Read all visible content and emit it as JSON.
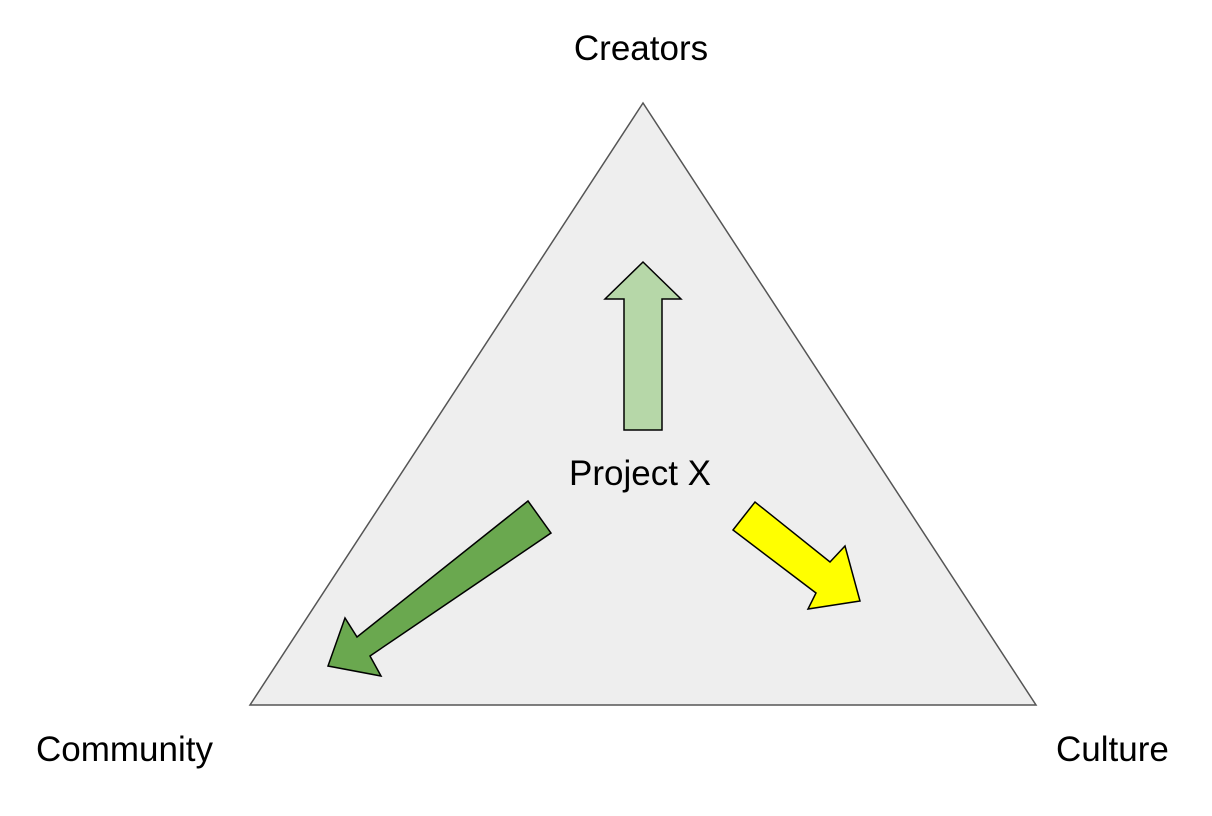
{
  "nodes": {
    "top": "Creators",
    "center": "Project X",
    "bottom_left": "Community",
    "bottom_right": "Culture"
  },
  "colors": {
    "triangle_fill": "#eeeeee",
    "triangle_stroke": "#555555",
    "arrow_up": "#b6d7a8",
    "arrow_down_left": "#6aa84f",
    "arrow_down_right": "#ffff00",
    "arrow_stroke": "#000000"
  }
}
